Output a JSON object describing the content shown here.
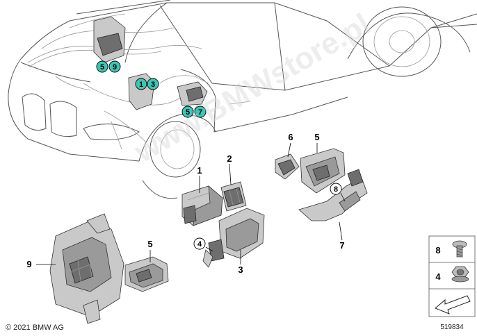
{
  "watermark": "www.BMWstore.pl",
  "copyright": "© 2021 BMW AG",
  "part_number": "519834",
  "badges": [
    "5",
    "9",
    "1",
    "3",
    "5",
    "7"
  ],
  "callouts": [
    "1",
    "2",
    "3",
    "4",
    "5",
    "6",
    "7",
    "8",
    "9",
    "5"
  ],
  "legend": [
    "8",
    "4"
  ],
  "colors": {
    "badge": "#3cc7b5",
    "line": "#000000",
    "part": "#9a9a9a"
  }
}
